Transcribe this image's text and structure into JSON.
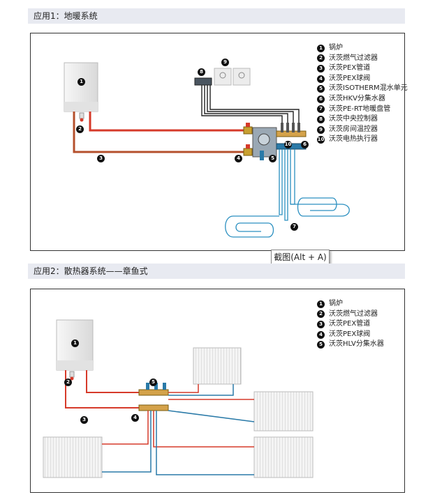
{
  "section1": {
    "title": "应用1：地暖系统",
    "legend": [
      {
        "num": "1",
        "label": "锅炉"
      },
      {
        "num": "2",
        "label": "沃茨燃气过滤器"
      },
      {
        "num": "3",
        "label": "沃茨PEX管道"
      },
      {
        "num": "4",
        "label": "沃茨PEX球阀"
      },
      {
        "num": "5",
        "label": "沃茨ISOTHERM混水单元"
      },
      {
        "num": "6",
        "label": "沃茨HKV分集水器"
      },
      {
        "num": "7",
        "label": "沃茨PE-RT地暖盘管"
      },
      {
        "num": "8",
        "label": "沃茨中央控制器"
      },
      {
        "num": "9",
        "label": "沃茨房间温控器"
      },
      {
        "num": "10",
        "label": "沃茨电热执行器"
      }
    ]
  },
  "tooltip": {
    "text": "截图(Alt + A)"
  },
  "section2": {
    "title": "应用2：散热器系统——章鱼式",
    "legend": [
      {
        "num": "1",
        "label": "锅炉"
      },
      {
        "num": "2",
        "label": "沃茨燃气过滤器"
      },
      {
        "num": "3",
        "label": "沃茨PEX管道"
      },
      {
        "num": "4",
        "label": "沃茨PEX球阀"
      },
      {
        "num": "5",
        "label": "沃茨HLV分集水器"
      }
    ]
  },
  "colors": {
    "supply": "#d63a2a",
    "return": "#2a7aa8",
    "cable": "#222222",
    "manifold": "#d4a24a"
  }
}
